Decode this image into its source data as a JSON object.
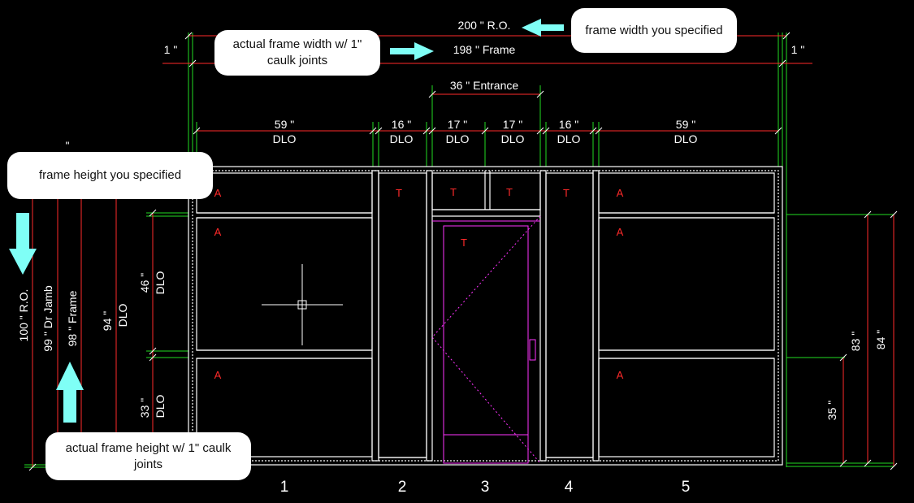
{
  "dimensions": {
    "rough_opening_width": "200 \" R.O.",
    "frame_width": "198 \" Frame",
    "caulk_left": "1 \"",
    "caulk_right": "1 \"",
    "entrance": "36 \" Entrance",
    "dlo_widths": [
      {
        "value": "59 \"",
        "unit": "DLO"
      },
      {
        "value": "16 \"",
        "unit": "DLO"
      },
      {
        "value": "17 \"",
        "unit": "DLO"
      },
      {
        "value": "17 \"",
        "unit": "DLO"
      },
      {
        "value": "16 \"",
        "unit": "DLO"
      },
      {
        "value": "59 \"",
        "unit": "DLO"
      }
    ],
    "rough_opening_height": "100 \" R.O.",
    "door_jamb": "99 \" Dr Jamb",
    "frame_height": "98 \" Frame",
    "dlo_94": "94 \"",
    "dlo_94_unit": "DLO",
    "dlo_46": "46 \"",
    "dlo_46_unit": "DLO",
    "dlo_33": "33 \"",
    "dlo_33_unit": "DLO",
    "right_83": "83 \"",
    "right_84": "84 \"",
    "right_35": "35 \"",
    "top_fragment": "\"",
    "bottom_fragment": "\""
  },
  "callouts": {
    "frame_width_specified": "frame width you specified",
    "actual_frame_width": "actual frame width w/ 1\" caulk joints",
    "frame_height_specified": "frame height you specified",
    "actual_frame_height": "actual frame height w/ 1\" caulk joints"
  },
  "panes": {
    "transom_labels": [
      "A",
      "T",
      "T",
      "T",
      "T",
      "A"
    ],
    "mid_labels": [
      "A",
      "A"
    ],
    "door_label": "T",
    "low_labels": [
      "A",
      "A"
    ]
  },
  "bays": [
    "1",
    "2",
    "3",
    "4",
    "5"
  ],
  "colors": {
    "background": "#000000",
    "frame": "#ffffff",
    "dimension_line": "#ff2a2a",
    "extension_line": "#22dd22",
    "door": "#ff33ff",
    "arrow": "#7ffff6",
    "callout": "#ffffff"
  },
  "icons": [
    "arrow-left-icon",
    "arrow-right-icon",
    "arrow-down-icon",
    "arrow-up-icon",
    "crosshair-icon"
  ]
}
